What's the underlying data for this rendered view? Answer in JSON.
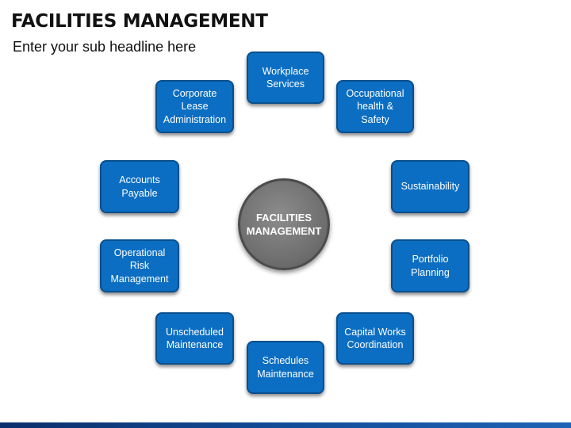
{
  "title": "FACILITIES MANAGEMENT",
  "subtitle": "Enter your sub headline here",
  "center": "FACILITIES\nMANAGEMENT",
  "boxes": {
    "workplace": "Workplace\nServices",
    "occupational": "Occupational\nhealth &\nSafety",
    "sustainability": "Sustainability",
    "portfolio": "Portfolio\nPlanning",
    "capital": "Capital Works\nCoordination",
    "schedules": "Schedules\nMaintenance",
    "unscheduled": "Unscheduled\nMaintenance",
    "operational": "Operational Risk\nManagement",
    "accounts": "Accounts\nPayable",
    "corporate": "Corporate Lease\nAdministration"
  },
  "colors": {
    "box_fill": "#0c6ec2",
    "box_border": "#0a4f8e",
    "center_fill": "#6e6e6e",
    "arrow_fill": "#0c6ec2"
  }
}
